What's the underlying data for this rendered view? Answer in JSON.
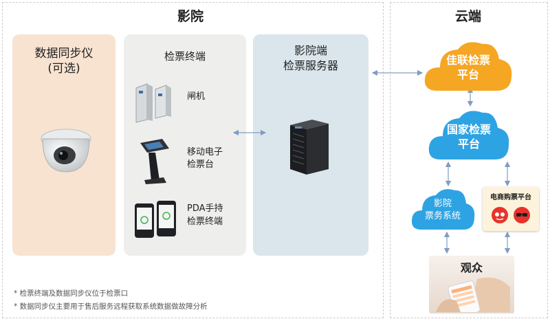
{
  "regions": {
    "cinema_title": "影院",
    "cloud_title": "云端"
  },
  "sync_panel": {
    "title_line1": "数据同步仪",
    "title_line2": "(可选)"
  },
  "terminal_panel": {
    "title": "检票终端",
    "items": [
      {
        "label_line1": "闸机",
        "label_line2": ""
      },
      {
        "label_line1": "移动电子",
        "label_line2": "检票台"
      },
      {
        "label_line1": "PDA手持",
        "label_line2": "检票终端"
      }
    ]
  },
  "server_panel": {
    "title_line1": "影院端",
    "title_line2": "检票服务器"
  },
  "cloud_nodes": {
    "jialian": {
      "line1": "佳联检票",
      "line2": "平台",
      "color": "#f5a623"
    },
    "national": {
      "line1": "国家检票",
      "line2": "平台",
      "color": "#2ea3e3"
    },
    "cinema_ticket": {
      "line1": "影院",
      "line2": "票务系统",
      "color": "#2ea3e3"
    },
    "ecommerce": {
      "title": "电商购票平台"
    },
    "audience": {
      "label": "观众"
    }
  },
  "notes": [
    "* 检票终端及数据同步仪位于检票口",
    "* 数据同步仪主要用于售后服务远程获取系统数据做故障分析"
  ],
  "colors": {
    "arrow": "#7f9dc0",
    "sync_bg": "#f8e3d1",
    "terminal_bg": "#eeeeec",
    "server_bg": "#dbe6ec"
  }
}
